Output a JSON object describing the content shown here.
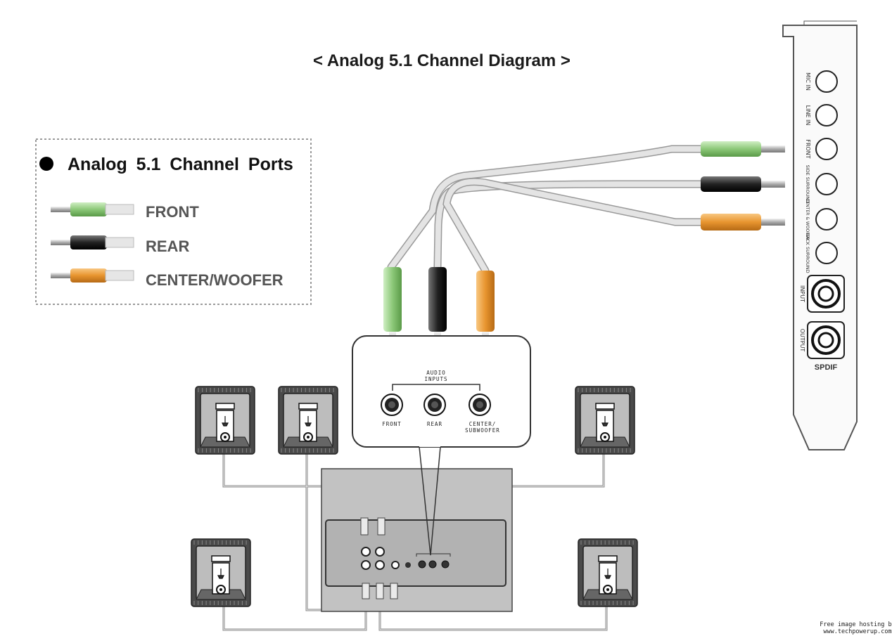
{
  "title": "< Analog 5.1 Channel Diagram >",
  "legend": {
    "title": "Analog 5.1 Channel Ports",
    "items": [
      {
        "label": "FRONT",
        "color": "#9fd08f"
      },
      {
        "label": "REAR",
        "color": "#2a2a2a"
      },
      {
        "label": "CENTER/WOOFER",
        "color": "#e89a3a"
      }
    ]
  },
  "sound_card": {
    "ports": [
      "MIC IN",
      "LINE IN",
      "FRONT",
      "SIDE SURROUND",
      "CENTER & WOOFER",
      "BACK SURROUND"
    ],
    "spdif_ports": [
      "INPUT",
      "OUTPUT"
    ],
    "spdif_label": "SPDIF"
  },
  "speaker_panel": {
    "group_label_1": "AUDIO",
    "group_label_2": "INPUTS",
    "jack_labels": [
      "FRONT",
      "REAR",
      "CENTER/",
      "SUBWOOFER"
    ]
  },
  "credit": {
    "line1": "Free image hosting by",
    "line2": "www.techpowerup.com"
  },
  "colors": {
    "front": "#9fd08f",
    "rear": "#2a2a2a",
    "center": "#e89a3a",
    "cable": "#d9d9d9",
    "subwoofer_box": "#bfbfbf"
  }
}
